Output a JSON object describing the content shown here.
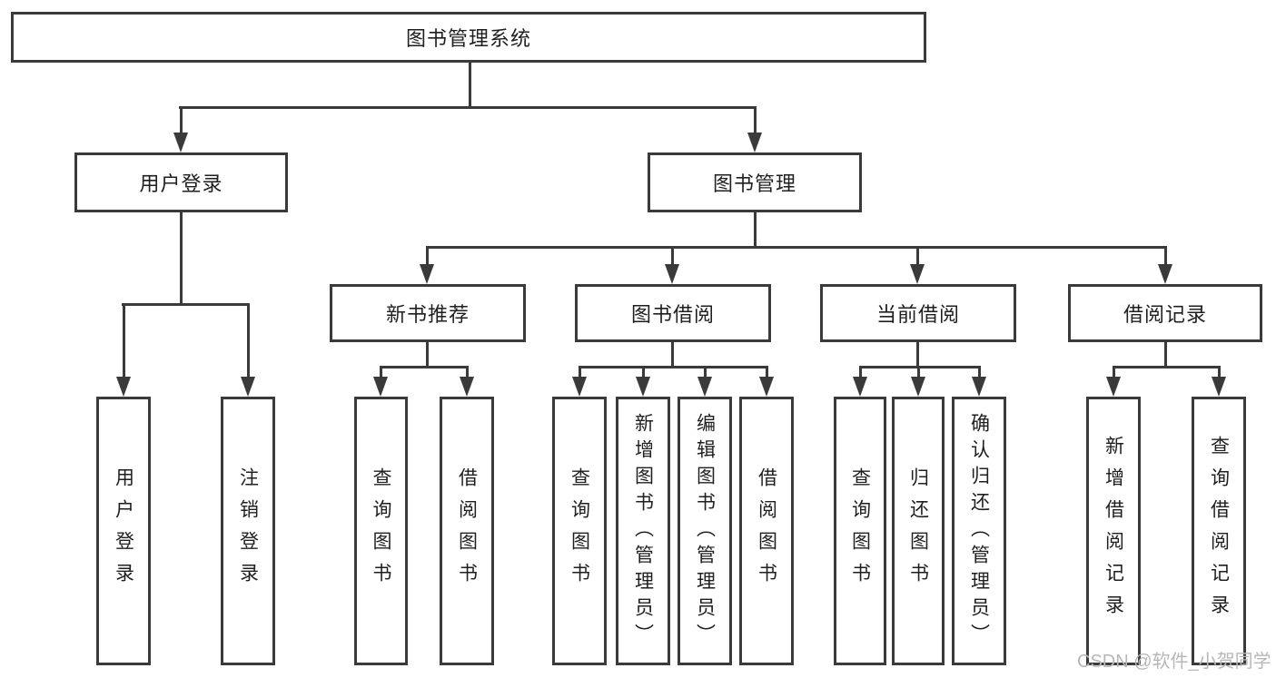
{
  "diagram": {
    "type": "tree",
    "root": {
      "label": "图书管理系统"
    },
    "branches": [
      {
        "label": "用户登录",
        "children": [
          {
            "label": "用户登录"
          },
          {
            "label": "注销登录"
          }
        ]
      },
      {
        "label": "图书管理",
        "sections": [
          {
            "label": "新书推荐",
            "children": [
              {
                "label": "查询图书"
              },
              {
                "label": "借阅图书"
              }
            ]
          },
          {
            "label": "图书借阅",
            "children": [
              {
                "label": "查询图书"
              },
              {
                "label": "新增图书（管理员）"
              },
              {
                "label": "编辑图书（管理员）"
              },
              {
                "label": "借阅图书"
              }
            ]
          },
          {
            "label": "当前借阅",
            "children": [
              {
                "label": "查询图书"
              },
              {
                "label": "归还图书"
              },
              {
                "label": "确认归还（管理员）"
              }
            ]
          },
          {
            "label": "借阅记录",
            "children": [
              {
                "label": "新增借阅记录"
              },
              {
                "label": "查询借阅记录"
              }
            ]
          }
        ]
      }
    ]
  },
  "watermark": {
    "text": "CSDN @软件_小贺同学"
  },
  "colors": {
    "line": "#3a3a3a",
    "box_border": "#3a3a3a",
    "box_fill": "#ffffff",
    "text": "#1f1f1f",
    "watermark": "#b7b7b7",
    "background": "#ffffff"
  }
}
